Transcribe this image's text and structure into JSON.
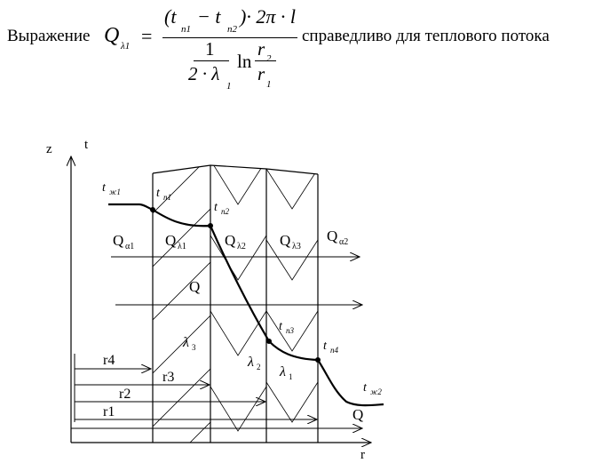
{
  "question": {
    "prefix": "Выражение",
    "lhs_symbol": "Q",
    "lhs_subscript": "λ1",
    "equals": "=",
    "numerator_expr": "(t",
    "t_sub_1": "п1",
    "minus": "− t",
    "t_sub_2": "п2",
    "numerator_tail": ")· 2π · l",
    "den_one": "1",
    "den_two_lambda": "2 · λ",
    "den_lambda_sub": "1",
    "den_ln": "ln",
    "r2": "r",
    "r2_sub": "2",
    "r1": "r",
    "r1_sub": "1",
    "suffix": "справедливо для теплового потока"
  },
  "diagram": {
    "axis_z": "z",
    "axis_t": "t",
    "axis_r": "r",
    "labels": {
      "t_zh1": "t",
      "t_zh1_sub": "ж1",
      "t_n1": "t",
      "t_n1_sub": "п1",
      "t_n2": "t",
      "t_n2_sub": "п2",
      "t_n3": "t",
      "t_n3_sub": "п3",
      "t_n4": "t",
      "t_n4_sub": "п4",
      "t_zh2": "t",
      "t_zh2_sub": "ж2",
      "q_a1": "Q",
      "q_a1_sub": "α1",
      "q_l1": "Q",
      "q_l1_sub": "λ1",
      "q_l2": "Q",
      "q_l2_sub": "λ2",
      "q_l3": "Q",
      "q_l3_sub": "λ3",
      "q_a2": "Q",
      "q_a2_sub": "α2",
      "q_mid": "Q",
      "q_bottom": "Q",
      "lambda3": "λ",
      "lambda3_sub": "3",
      "lambda2": "λ",
      "lambda2_sub": "2",
      "lambda1": "λ",
      "lambda1_sub": "1",
      "r4": "r4",
      "r3": "r3",
      "r2": "r2",
      "r1": "r1"
    }
  }
}
